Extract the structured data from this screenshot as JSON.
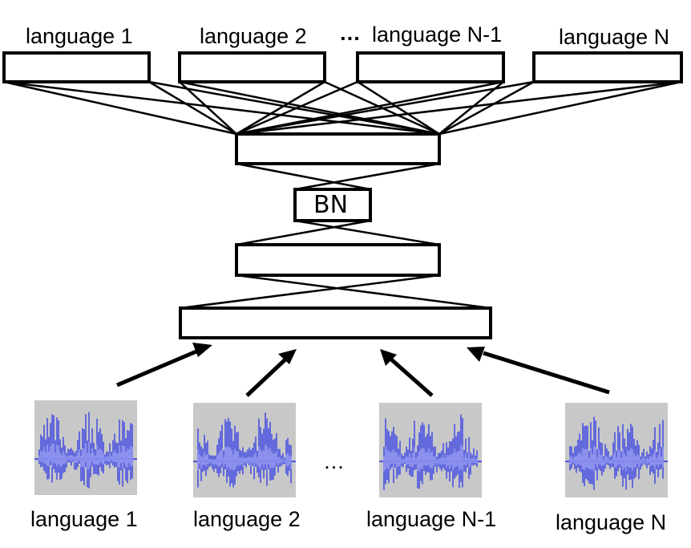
{
  "outputs": [
    {
      "label": "language 1"
    },
    {
      "label": "language 2"
    },
    {
      "label": "language N-1"
    },
    {
      "label": "language N"
    }
  ],
  "output_ellipsis": "…",
  "bottleneck_label": "BN",
  "inputs": [
    {
      "label": "language 1"
    },
    {
      "label": "language 2"
    },
    {
      "label": "language N-1"
    },
    {
      "label": "language N"
    }
  ],
  "input_ellipsis": "…",
  "colors": {
    "stroke": "#000000",
    "wave_bg": "#c8c8c8",
    "wave": "#4a52e0",
    "wave_light": "#8f95f2"
  }
}
